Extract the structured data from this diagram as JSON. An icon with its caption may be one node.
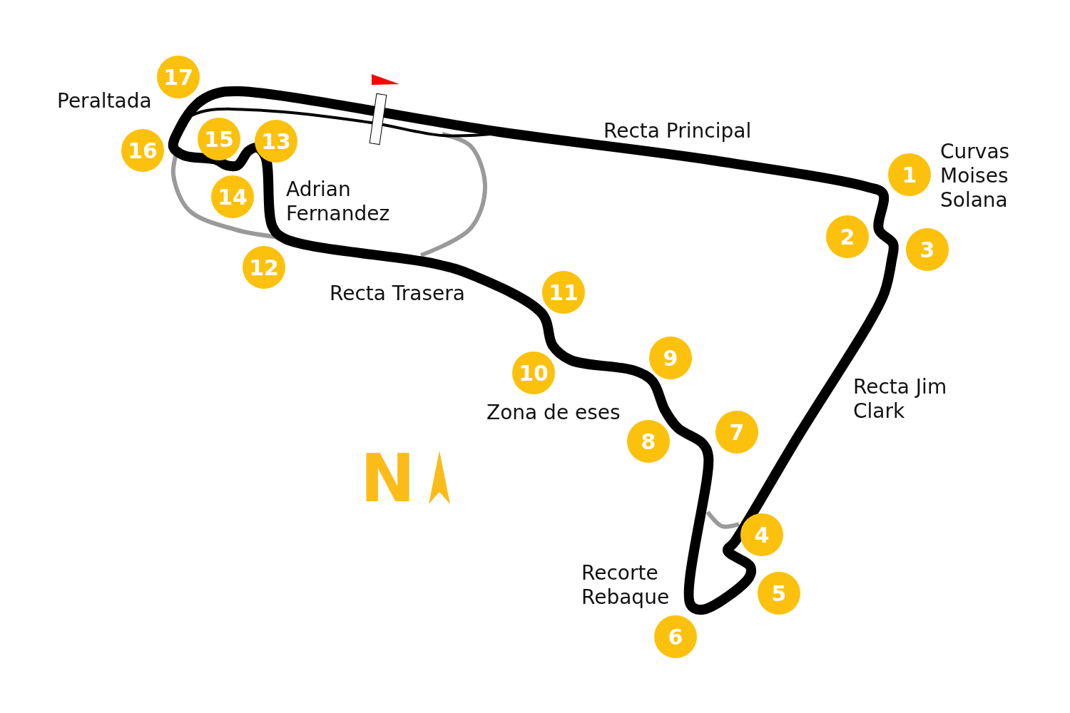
{
  "diagram": {
    "nodes": [
      {
        "text": [
          "1"
        ]
      },
      {
        "text": [
          "2"
        ]
      },
      {
        "text": [
          "3"
        ]
      },
      {
        "text": [
          "4"
        ]
      },
      {
        "text": [
          "5"
        ]
      },
      {
        "text": [
          "6"
        ]
      },
      {
        "text": [
          "7"
        ]
      },
      {
        "text": [
          "8"
        ]
      },
      {
        "text": [
          "9"
        ]
      },
      {
        "text": [
          "10"
        ]
      },
      {
        "text": [
          "11"
        ]
      },
      {
        "text": [
          "12"
        ]
      },
      {
        "text": [
          "13"
        ]
      },
      {
        "text": [
          "14"
        ]
      },
      {
        "text": [
          "15"
        ]
      },
      {
        "text": [
          "16"
        ]
      },
      {
        "text": [
          "17"
        ]
      }
    ],
    "labels": [
      "Peraltada",
      "Recta Principal",
      "Curvas Moises Solana",
      "Adrian Fernandez",
      "Recta Trasera",
      "Zona de eses",
      "Recta Jim Clark",
      "Recorte Rebaque",
      "N"
    ]
  }
}
